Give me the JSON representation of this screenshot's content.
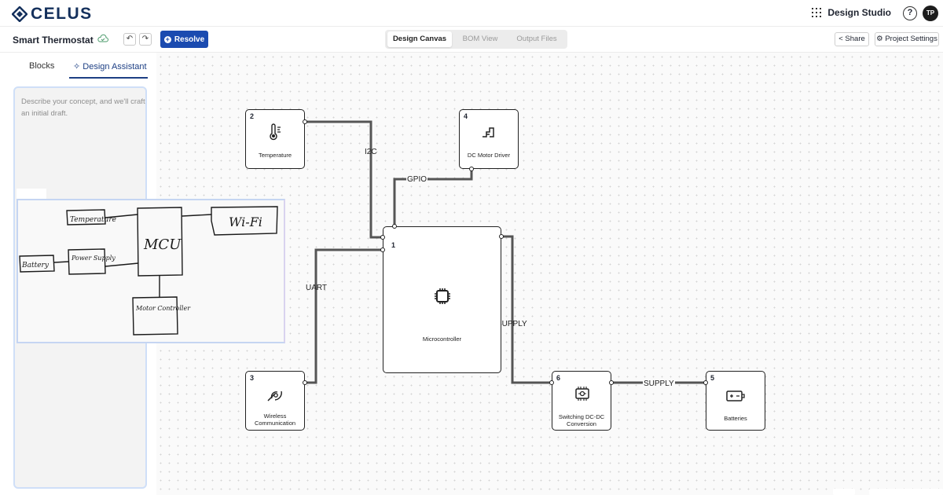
{
  "header": {
    "logo_text": "CELUS",
    "app_switch_label": "Design Studio",
    "help_label": "?",
    "avatar_initials": "TP"
  },
  "toolbar": {
    "project_name": "Smart Thermostat",
    "resolve_label": "Resolve",
    "view_tabs": [
      {
        "label": "Design Canvas",
        "active": true
      },
      {
        "label": "BOM View",
        "active": false
      },
      {
        "label": "Output Files",
        "active": false
      }
    ],
    "share_label": "Share",
    "project_settings_label": "Project Settings"
  },
  "left_panel": {
    "tabs": [
      {
        "label": "Blocks",
        "active": false
      },
      {
        "label": "Design Assistant",
        "active": true
      }
    ],
    "assistant_placeholder": "Describe your concept, and we'll craft an initial draft.",
    "sketch_labels": [
      "Temperature",
      "MCU",
      "Wi-Fi",
      "Battery",
      "Power Supply",
      "Motor Controller"
    ]
  },
  "canvas": {
    "blocks": [
      {
        "id": "1",
        "name": "Microcontroller",
        "icon": "chip-icon"
      },
      {
        "id": "2",
        "name": "Temperature",
        "icon": "thermometer-icon"
      },
      {
        "id": "3",
        "name": "Wireless Communication",
        "icon": "antenna-icon"
      },
      {
        "id": "4",
        "name": "DC Motor Driver",
        "icon": "motor-driver-icon"
      },
      {
        "id": "5",
        "name": "Batteries",
        "icon": "battery-icon"
      },
      {
        "id": "6",
        "name": "Switching DC-DC Conversion",
        "icon": "dcdc-icon"
      }
    ],
    "connections": [
      {
        "label": "I2C",
        "from": "2",
        "to": "1"
      },
      {
        "label": "GPIO",
        "from": "4",
        "to": "1"
      },
      {
        "label": "UART",
        "from": "3",
        "to": "1"
      },
      {
        "label": "SUPPLY",
        "from": "6",
        "to": "1"
      },
      {
        "label": "SUPPLY",
        "from": "5",
        "to": "6"
      }
    ]
  }
}
